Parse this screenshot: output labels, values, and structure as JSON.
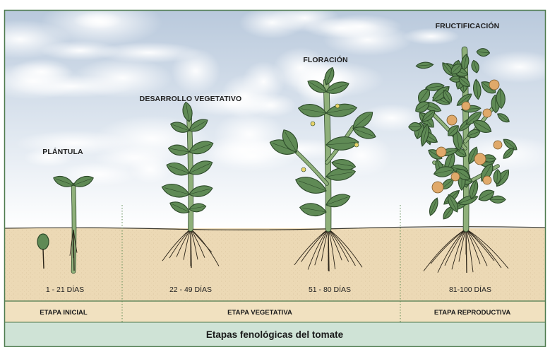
{
  "stages": [
    {
      "name": "PLÁNTULA",
      "days": "1 - 21 DÍAS"
    },
    {
      "name": "DESARROLLO VEGETATIVO",
      "days": "22 - 49 DÍAS"
    },
    {
      "name": "FLORACIÓN",
      "days": "51 - 80 DÍAS"
    },
    {
      "name": "FRUCTIFICACIÓN",
      "days": "81-100 DÍAS"
    }
  ],
  "phases": [
    {
      "label": "ETAPA INICIAL"
    },
    {
      "label": "ETAPA VEGETATIVA"
    },
    {
      "label": "ETAPA REPRODUCTIVA"
    }
  ],
  "caption": "Etapas fenológicas del tomate",
  "colors": {
    "frame": "#4d7a4d",
    "soil": "#ecd9b5",
    "phase_band": "#f1e1c0",
    "caption_band": "#cfe3d6",
    "leaf": "#5f8a55",
    "leaf_dark": "#2d4a2a",
    "stem": "#8fb07a",
    "fruit": "#e0a96a"
  }
}
